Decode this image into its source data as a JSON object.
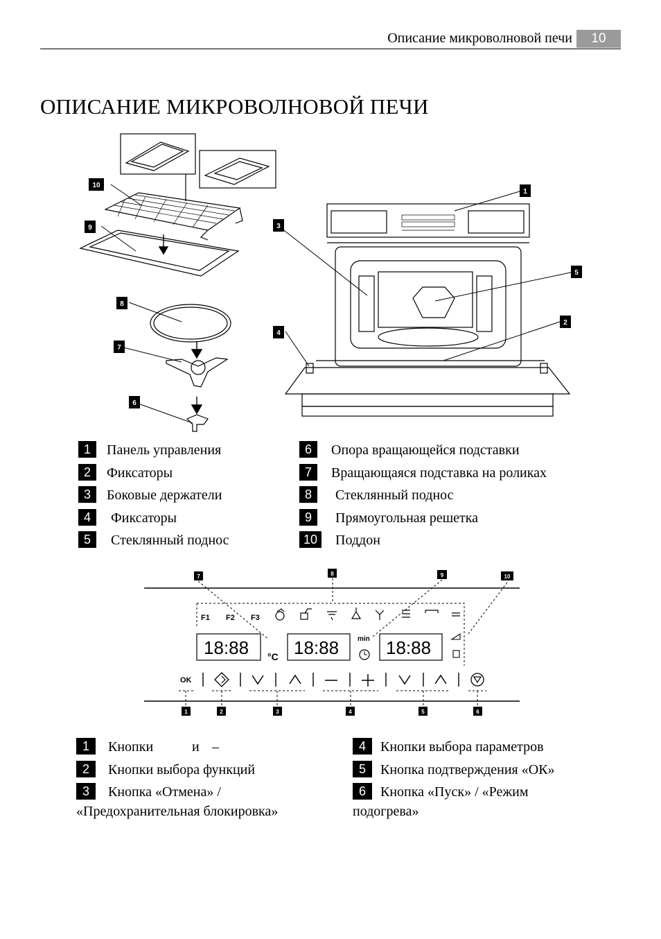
{
  "header": {
    "title": "Описание микроволновой печи",
    "page_number": "10"
  },
  "main_title": "ОПИСАНИЕ МИКРОВОЛНОВОЙ ПЕЧИ",
  "diagram1": {
    "callouts": [
      "1",
      "2",
      "3",
      "4",
      "5",
      "6",
      "7",
      "8",
      "9",
      "10"
    ]
  },
  "legend1": [
    {
      "num": "1",
      "text": "Панель управления"
    },
    {
      "num": "2",
      "text": "Фиксаторы"
    },
    {
      "num": "3",
      "text": "Боковые держатели"
    },
    {
      "num": "4",
      "text": "Фиксаторы"
    },
    {
      "num": "5",
      "text": "Стеклянный поднос"
    },
    {
      "num": "6",
      "text": "Опора вращающейся подставки"
    },
    {
      "num": "7",
      "text": "Вращающаяся подставка на роликах"
    },
    {
      "num": "8",
      "text": "Стеклянный поднос"
    },
    {
      "num": "9",
      "text": "Прямоугольная решетка"
    },
    {
      "num": "10",
      "text": "Поддон"
    }
  ],
  "panel": {
    "function_labels": [
      "F1",
      "F2",
      "F3"
    ],
    "displays": [
      "18:88",
      "18:88",
      "18:88"
    ],
    "temp_unit": "°C",
    "min_label": "min",
    "ok_label": "OK",
    "top_callouts": [
      "7",
      "8",
      "9",
      "10"
    ],
    "bottom_callouts": [
      "1",
      "2",
      "3",
      "4",
      "5",
      "6"
    ]
  },
  "legend2": {
    "item1_num": "1",
    "item1_text": "Кнопки",
    "item1_and": "и",
    "item1_minus": "–",
    "item2_num": "2",
    "item2_text": "Кнопки выбора функций",
    "item3_num": "3",
    "item3_line1": "Кнопка «Отмена» /",
    "item3_line2": "«Предохранительная блокировка»",
    "item4_num": "4",
    "item4_text": "Кнопки выбора параметров",
    "item5_num": "5",
    "item5_text": "Кнопка подтверждения «ОК»",
    "item6_num": "6",
    "item6_line1": "Кнопка «Пуск» / «Режим",
    "item6_line2": "подогрева»"
  }
}
